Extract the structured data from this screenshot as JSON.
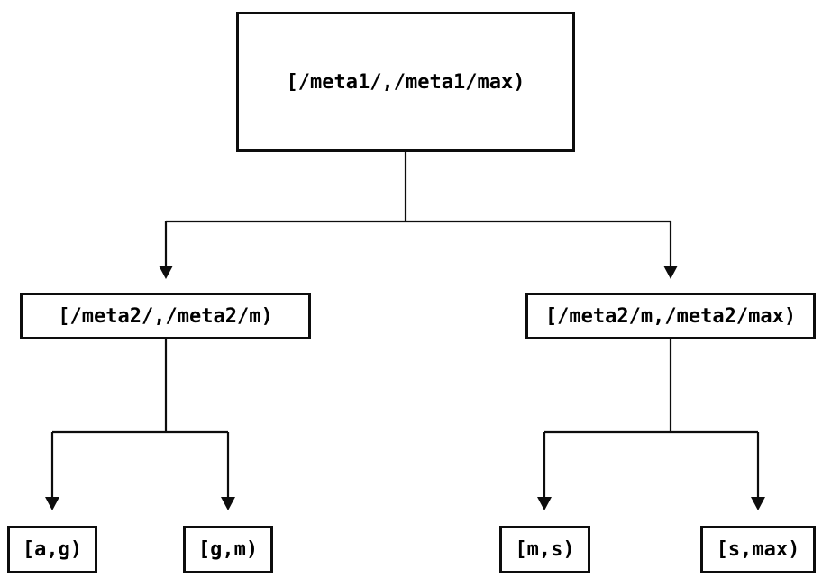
{
  "diagram": {
    "type": "tree",
    "colors": {
      "background": "#ffffff",
      "line": "#0d0d0d",
      "text": "#000000",
      "node_fill": "#ffffff"
    },
    "nodes": {
      "root": {
        "label": "[/meta1/,/meta1/max)"
      },
      "meta2_left": {
        "label": "[/meta2/,/meta2/m)"
      },
      "meta2_right": {
        "label": "[/meta2/m,/meta2/max)"
      },
      "leaf_a_g": {
        "label": "[a,g)"
      },
      "leaf_g_m": {
        "label": "[g,m)"
      },
      "leaf_m_s": {
        "label": "[m,s)"
      },
      "leaf_s_max": {
        "label": "[s,max)"
      }
    },
    "edges": [
      {
        "from": "root",
        "to": "meta2_left"
      },
      {
        "from": "root",
        "to": "meta2_right"
      },
      {
        "from": "meta2_left",
        "to": "leaf_a_g"
      },
      {
        "from": "meta2_left",
        "to": "leaf_g_m"
      },
      {
        "from": "meta2_right",
        "to": "leaf_m_s"
      },
      {
        "from": "meta2_right",
        "to": "leaf_s_max"
      }
    ]
  }
}
